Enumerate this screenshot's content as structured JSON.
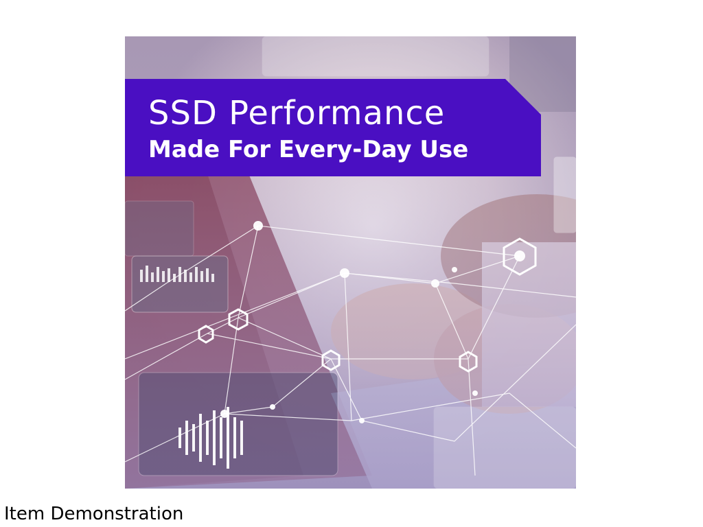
{
  "banner": {
    "title": "SSD Performance",
    "subtitle": "Made For Every-Day Use",
    "color": "#4a0fc2"
  },
  "caption": "Item Demonstration"
}
